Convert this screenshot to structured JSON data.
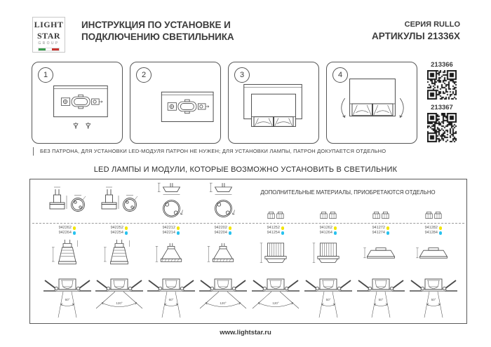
{
  "header": {
    "logo_line1": "LIGHT",
    "logo_line2": "STAR",
    "logo_line3": "GROUP",
    "title_line1": "ИНСТРУКЦИЯ ПО УСТАНОВКЕ И",
    "title_line2": "ПОДКЛЮЧЕНИЮ СВЕТИЛЬНИКА",
    "series": "СЕРИЯ RULLO",
    "articles": "АРТИКУЛЫ 21336X",
    "flag_colors": {
      "green": "#3a9c4e",
      "white": "#ffffff",
      "red": "#c8342f"
    }
  },
  "qr": {
    "code1": "213366",
    "code2": "213367"
  },
  "steps": [
    {
      "number": "1"
    },
    {
      "number": "2"
    },
    {
      "number": "3"
    },
    {
      "number": "4"
    }
  ],
  "notice": "БЕЗ ПАТРОНА, ДЛЯ УСТАНОВКИ LED-МОДУЛЯ ПАТРОН НЕ НУЖЕН; ДЛЯ УСТАНОВКИ ЛАМПЫ, ПАТРОН ДОКУПАЕТСЯ ОТДЕЛЬНО",
  "section_title": "LED ЛАМПЫ И МОДУЛИ, КОТОРЫЕ ВОЗМОЖНО УСТАНОВИТЬ В СВЕТИЛЬНИК",
  "table": {
    "additional_header": "ДОПОЛНИТЕЛЬНЫЕ МАТЕРИАЛЫ, ПРИОБРЕТАЮТСЯ ОТДЕЛЬНО",
    "dot_colors": {
      "warm": "#f2e500",
      "cool": "#27c2ef"
    },
    "columns": [
      {
        "code_warm": "942262",
        "code_cool": "942264",
        "beam_angle": "60°"
      },
      {
        "code_warm": "942252",
        "code_cool": "942254",
        "beam_angle": "120°"
      },
      {
        "code_warm": "942212",
        "code_cool": "942214",
        "beam_angle": "60°"
      },
      {
        "code_warm": "942202",
        "code_cool": "942204",
        "beam_angle": "120°"
      },
      {
        "code_warm": "941252",
        "code_cool": "941254",
        "beam_angle": "120°"
      },
      {
        "code_warm": "941262",
        "code_cool": "941264",
        "beam_angle": "50°"
      },
      {
        "code_warm": "941272",
        "code_cool": "941274",
        "beam_angle": "50°"
      },
      {
        "code_warm": "941282",
        "code_cool": "941284",
        "beam_angle": "50°"
      }
    ]
  },
  "footer": {
    "url": "www.lightstar.ru"
  }
}
